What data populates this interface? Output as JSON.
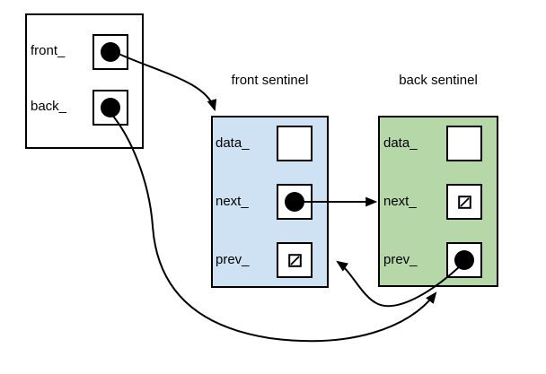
{
  "diagram": {
    "background": "#ffffff",
    "line_color": "#000000",
    "icons": {
      "pointer_dot": "filled-circle",
      "null_marker": "slashed-square"
    },
    "pointer_box": {
      "fields": [
        {
          "label": "front_",
          "value": "pointer",
          "points_to": "front sentinel"
        },
        {
          "label": "back_",
          "value": "pointer",
          "points_to": "back sentinel"
        }
      ]
    },
    "front_sentinel": {
      "title": "front sentinel",
      "fill": "#cfe2f3",
      "fields": [
        {
          "label": "data_",
          "value": "empty"
        },
        {
          "label": "next_",
          "value": "pointer",
          "points_to": "back sentinel"
        },
        {
          "label": "prev_",
          "value": "null"
        }
      ]
    },
    "back_sentinel": {
      "title": "back sentinel",
      "fill": "#b6d7a8",
      "fields": [
        {
          "label": "data_",
          "value": "empty"
        },
        {
          "label": "next_",
          "value": "null"
        },
        {
          "label": "prev_",
          "value": "pointer",
          "points_to": "front sentinel"
        }
      ]
    },
    "edges": [
      {
        "from": "pointer_box.front_",
        "to": "front_sentinel.top"
      },
      {
        "from": "front_sentinel.next_",
        "to": "back_sentinel.next_"
      },
      {
        "from": "back_sentinel.prev_",
        "to": "front_sentinel.prev_"
      },
      {
        "from": "pointer_box.back_",
        "to": "back_sentinel.bottom"
      }
    ]
  }
}
